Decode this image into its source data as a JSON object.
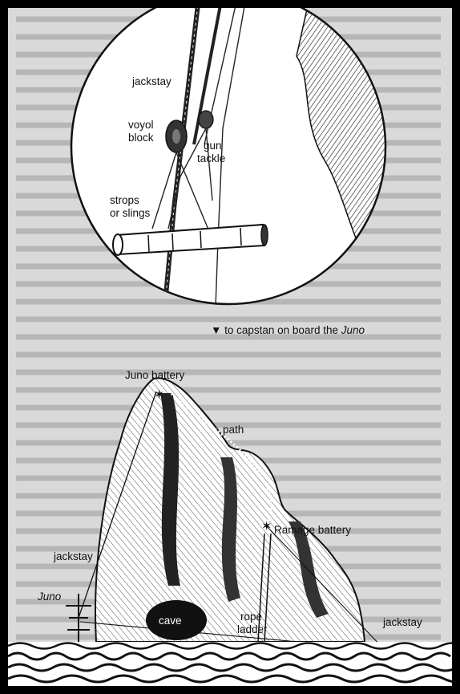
{
  "inset": {
    "labels": {
      "jackstay": "jackstay",
      "voyol_line1": "voyol",
      "voyol_line2": "block",
      "gun_line1": "gun",
      "gun_line2": "tackle",
      "strops_line1": "strops",
      "strops_line2": "or slings",
      "capstan_prefix": "▼ to capstan on board the ",
      "capstan_ship": "Juno"
    }
  },
  "island": {
    "labels": {
      "juno_battery": "Juno battery",
      "path": "path",
      "ramage_battery": "Ramage battery",
      "jackstay_left": "jackstay",
      "juno_ship": "Juno",
      "cave": "cave",
      "rope_line1": "rope",
      "rope_line2": "ladder",
      "jackstay_right": "jackstay"
    }
  }
}
